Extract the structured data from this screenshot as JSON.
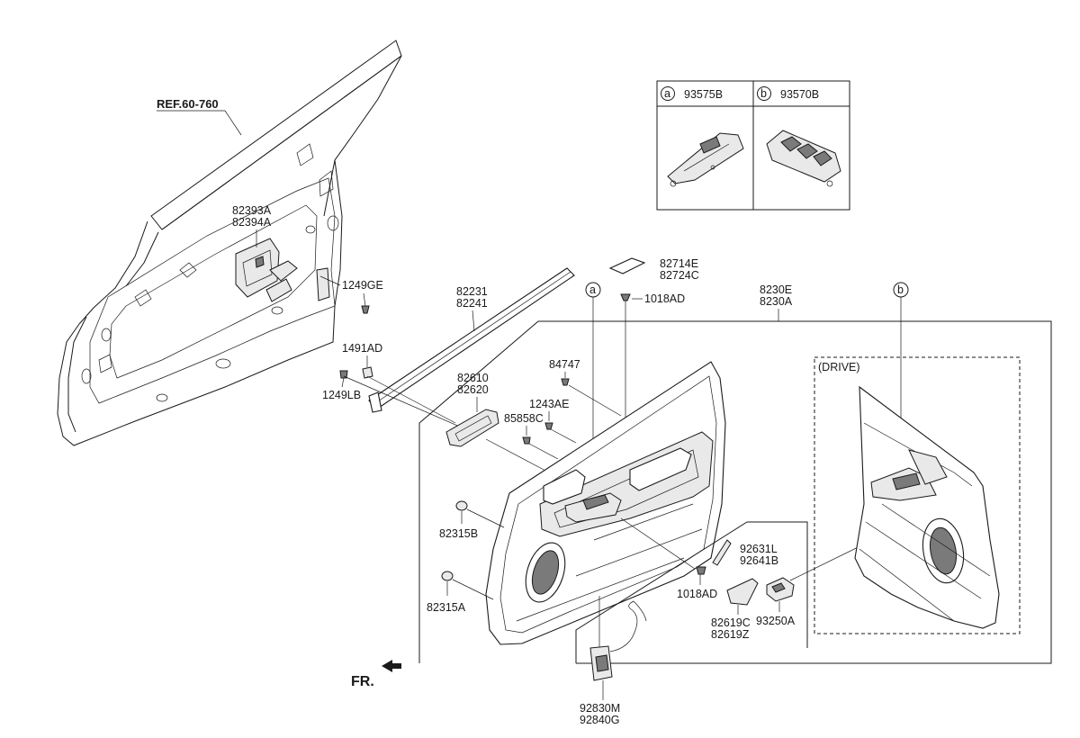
{
  "reference": "REF.60-760",
  "direction": "FR.",
  "drive_label": "(DRIVE)",
  "legend": {
    "a": {
      "marker": "a",
      "part": "93575B"
    },
    "b": {
      "marker": "b",
      "part": "93570B"
    }
  },
  "parts": {
    "p82393A": "82393A",
    "p82394A": "82394A",
    "p1249GE": "1249GE",
    "p1491AD": "1491AD",
    "p1249LB": "1249LB",
    "p82231": "82231",
    "p82241": "82241",
    "p82714E": "82714E",
    "p82724C": "82724C",
    "p1018AD_top": "1018AD",
    "p8230E": "8230E",
    "p8230A": "8230A",
    "p82610": "82610",
    "p82620": "82620",
    "p84747": "84747",
    "p1243AE": "1243AE",
    "p85858C": "85858C",
    "p82315B": "82315B",
    "p82315A": "82315A",
    "p92631L": "92631L",
    "p92641B": "92641B",
    "p1018AD_bottom": "1018AD",
    "p82619C": "82619C",
    "p82619Z": "82619Z",
    "p93250A": "93250A",
    "p92830M": "92830M",
    "p92840G": "92840G"
  },
  "callouts": {
    "a": "a",
    "b": "b"
  },
  "colors": {
    "line": "#1a1a1a",
    "background": "#ffffff"
  }
}
